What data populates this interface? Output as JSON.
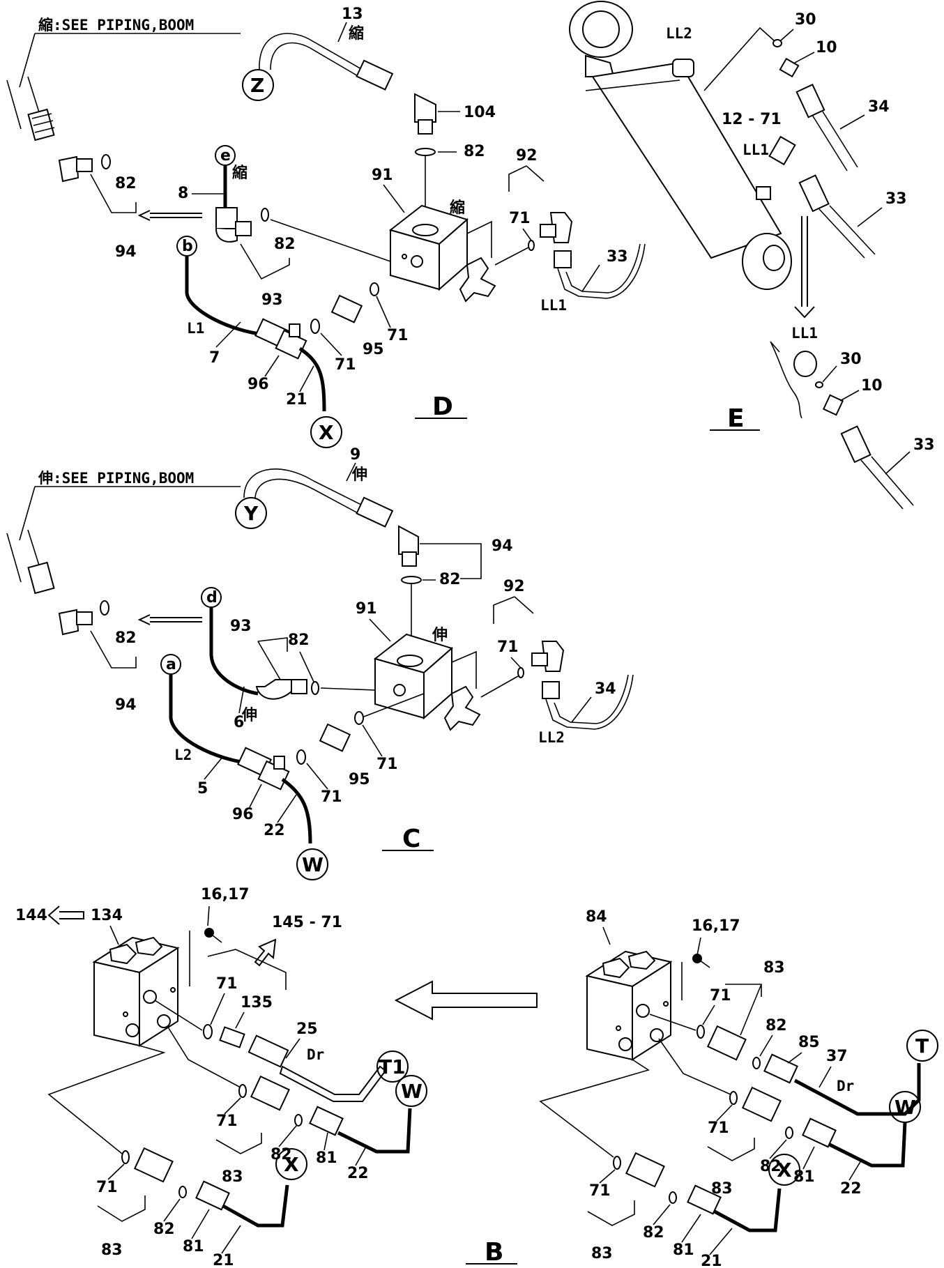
{
  "notes": {
    "retract_see_piping": "縮:SEE PIPING,BOOM",
    "extend_see_piping": "伸:SEE PIPING,BOOM",
    "retract_mark": "縮",
    "extend_mark": "伸",
    "drain": "Dr"
  },
  "sections": {
    "d": "D",
    "c": "C",
    "e": "E",
    "b": "B"
  },
  "connectors": {
    "z": "Z",
    "x": "X",
    "y": "Y",
    "w": "W",
    "t": "T",
    "t1": "T1",
    "e": "e",
    "b": "b",
    "d": "d",
    "a": "a"
  },
  "lines": {
    "l1": "L1",
    "l2": "L2",
    "ll1": "LL1",
    "ll2": "LL2"
  },
  "parts": {
    "p5": "5",
    "p6": "6",
    "p7": "7",
    "p8": "8",
    "p9": "9",
    "p10": "10",
    "p13": "13",
    "p21": "21",
    "p22": "22",
    "p25": "25",
    "p30": "30",
    "p33": "33",
    "p34": "34",
    "p37": "37",
    "p71": "71",
    "p81": "81",
    "p82": "82",
    "p83": "83",
    "p84": "84",
    "p85": "85",
    "p91": "91",
    "p92": "92",
    "p93": "93",
    "p94": "94",
    "p95": "95",
    "p96": "96",
    "p104": "104",
    "p134": "134",
    "p135": "135",
    "p144": "144",
    "p12_71": "12 - 71",
    "p145_71": "145 - 71",
    "p16_17": "16,17"
  }
}
